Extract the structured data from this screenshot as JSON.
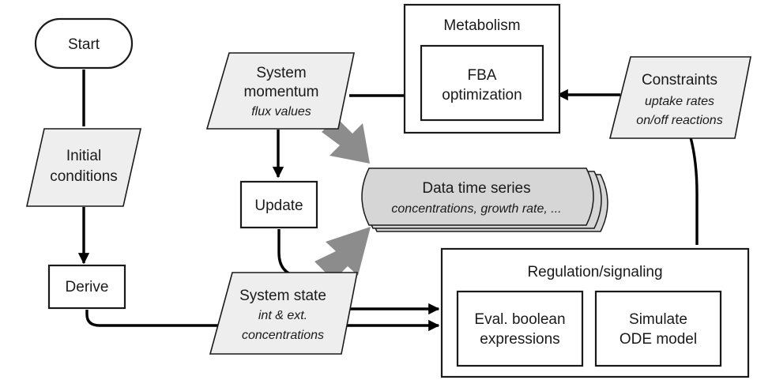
{
  "nodes": {
    "start": "Start",
    "initial": [
      "Initial",
      "conditions"
    ],
    "derive": "Derive",
    "momentum": [
      "System",
      "momentum",
      "flux values"
    ],
    "update": "Update",
    "metabolism": "Metabolism",
    "fba": [
      "FBA",
      "optimization"
    ],
    "constraints": [
      "Constraints",
      "uptake rates",
      "on/off reactions"
    ],
    "data_series": [
      "Data time series",
      "concentrations, growth rate, ..."
    ],
    "state": [
      "System state",
      "int & ext.",
      "concentrations"
    ],
    "regulation": "Regulation/signaling",
    "boolean": [
      "Eval. boolean",
      "expressions"
    ],
    "ode": [
      "Simulate",
      "ODE model"
    ]
  },
  "colors": {
    "stroke": "#1a1a1a",
    "wire": "#000000",
    "parallelogram_fill": "#eeeeee",
    "cylinder_fill": "#d6d6d6",
    "big_arrow": "#8c8c8c"
  }
}
